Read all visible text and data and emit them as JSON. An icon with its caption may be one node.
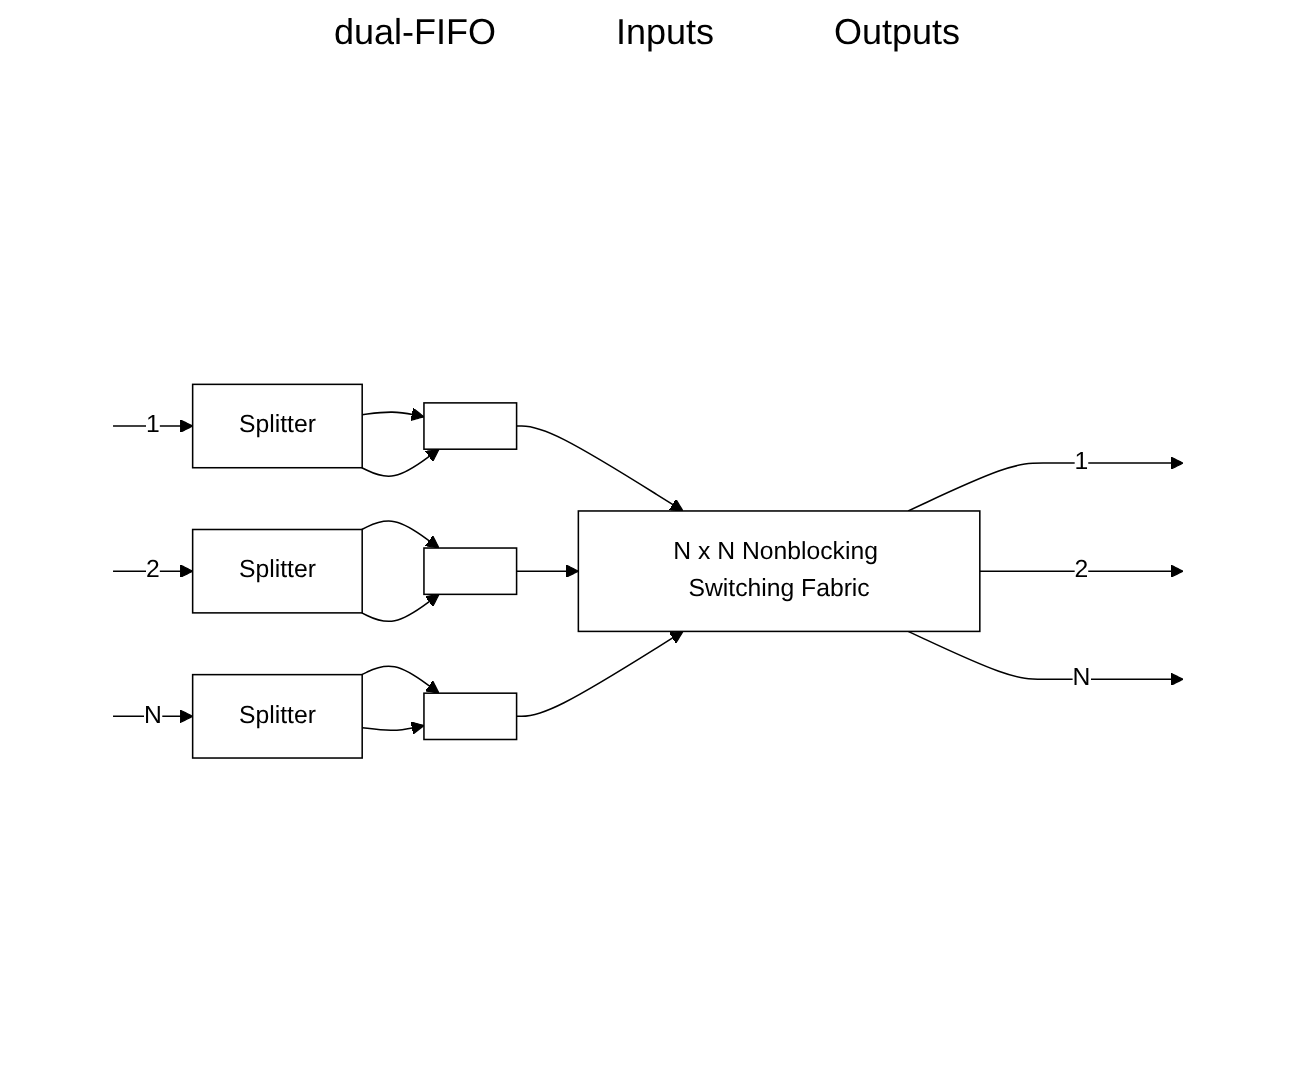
{
  "diagram": {
    "nodes": [
      {
        "text": [
          "Splitter"
        ]
      },
      {
        "text": [],
        "shape": "box"
      },
      {
        "text": [
          "Splitter"
        ]
      },
      {
        "text": [],
        "shape": "box"
      },
      {
        "text": [
          "Splitter"
        ]
      },
      {
        "text": [],
        "shape": "box"
      },
      {
        "text": [
          "N x N Nonblocking Switching Fabric"
        ]
      }
    ],
    "edges": [
      {
        "from": null,
        "to": 0,
        "arrow": "to",
        "label": "1"
      },
      {
        "from": 0,
        "to": 1,
        "arrow": "to"
      },
      {
        "from": 0,
        "to": 1,
        "arrow": "to"
      },
      {
        "from": 1,
        "to": 6,
        "arrow": "to"
      },
      {
        "from": null,
        "to": 2,
        "arrow": "to",
        "label": "2"
      },
      {
        "from": 2,
        "to": 3,
        "arrow": "to"
      },
      {
        "from": 2,
        "to": 3,
        "arrow": "to"
      },
      {
        "from": 3,
        "to": 6,
        "arrow": "to"
      },
      {
        "from": null,
        "to": 4,
        "arrow": "to",
        "label": "N"
      },
      {
        "from": 4,
        "to": 5,
        "arrow": "to"
      },
      {
        "from": 4,
        "to": 5,
        "arrow": "to"
      },
      {
        "from": 5,
        "to": 6,
        "arrow": "to"
      },
      {
        "from": 6,
        "to": null,
        "arrow": "to",
        "label": "1"
      },
      {
        "from": 6,
        "to": null,
        "arrow": "to",
        "label": "2"
      },
      {
        "from": 6,
        "to": null,
        "arrow": "to",
        "label": "N"
      }
    ],
    "labels": [
      "dual-FIFO",
      "Inputs",
      "Outputs"
    ]
  }
}
